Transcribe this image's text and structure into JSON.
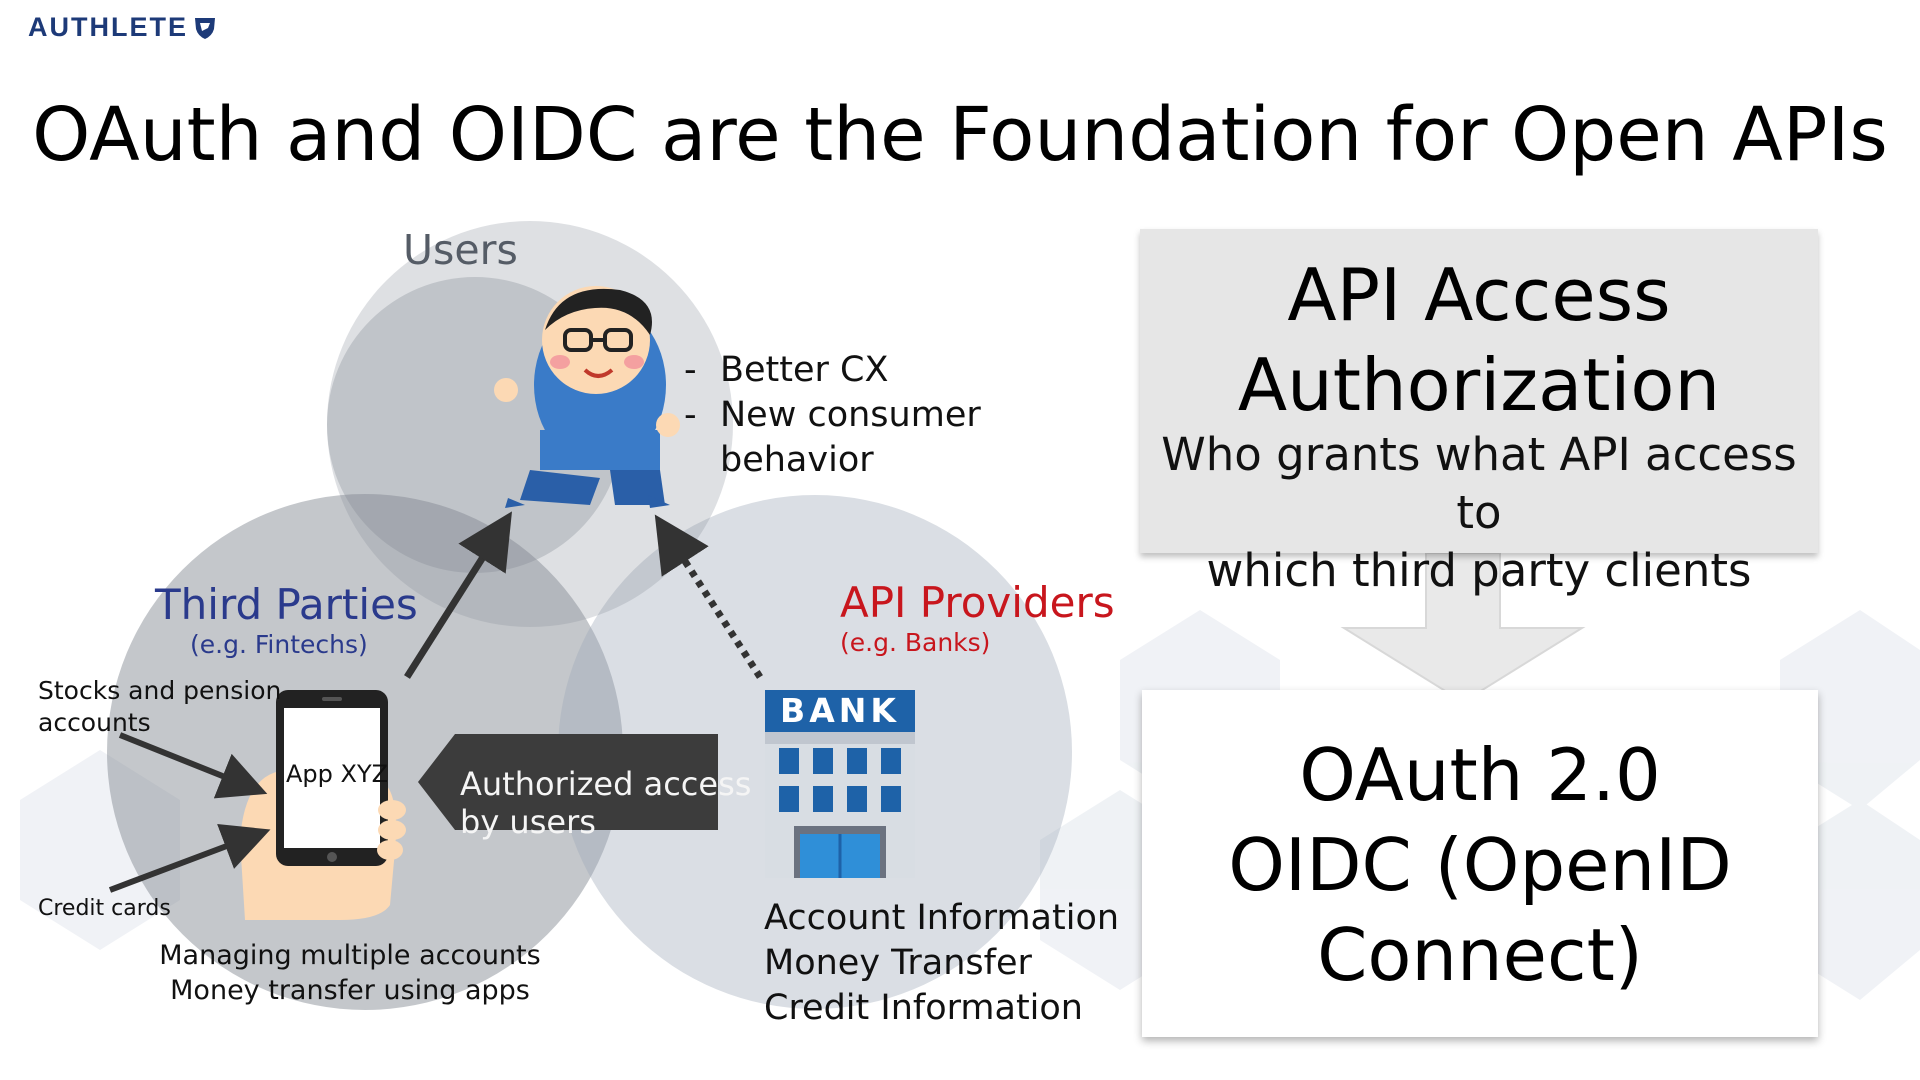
{
  "logo": {
    "text": "AUTHLETE",
    "icon": "shield-logo-icon"
  },
  "title": "OAuth and OIDC are the Foundation for Open APIs",
  "circles": {
    "users": {
      "label": "Users"
    },
    "third_parties": {
      "label": "Third Parties",
      "sub": "(e.g. Fintechs)",
      "color": "#2a3a8c"
    },
    "api_providers": {
      "label": "API Providers",
      "sub": "(e.g. Banks)",
      "color": "#c8161d"
    }
  },
  "user_bullets": [
    {
      "dash": "-",
      "text": "Better CX"
    },
    {
      "dash": "-",
      "text": "New consumer"
    },
    {
      "dash": "",
      "text": "behavior"
    }
  ],
  "third_party": {
    "stocks": [
      "Stocks and pension",
      "accounts"
    ],
    "credit": "Credit cards",
    "app": "App XYZ",
    "managing": [
      "Managing multiple accounts",
      "Money transfer using apps"
    ]
  },
  "authorized": [
    "Authorized access",
    "by users"
  ],
  "bank": {
    "sign": "BANK",
    "items": [
      "Account Information",
      "Money Transfer",
      "Credit Information"
    ]
  },
  "api_access": {
    "title": [
      "API Access",
      "Authorization"
    ],
    "sub": [
      "Who grants what API access to",
      "which third party clients"
    ]
  },
  "oauth": {
    "title": [
      "OAuth 2.0",
      "OIDC (OpenID",
      "Connect)"
    ]
  },
  "colors": {
    "circle": "#8a8f99",
    "logo": "#1d3a78",
    "bank_blue": "#1e62a8",
    "dark_box": "#3c3c3c"
  }
}
